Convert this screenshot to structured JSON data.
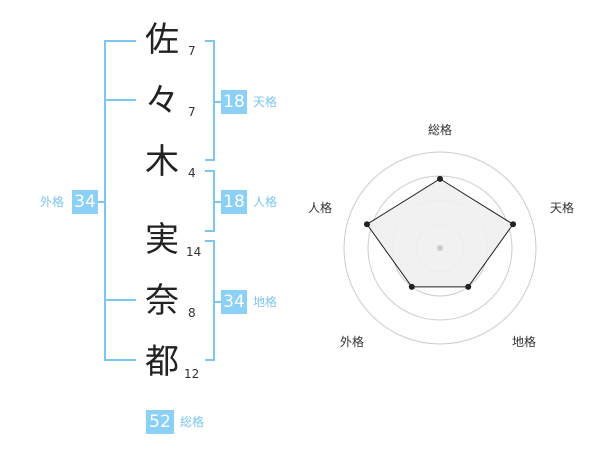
{
  "name_chars": [
    {
      "char": "佐",
      "strokes": "7"
    },
    {
      "char": "々",
      "strokes": "7"
    },
    {
      "char": "木",
      "strokes": "4"
    },
    {
      "char": "実",
      "strokes": "14"
    },
    {
      "char": "奈",
      "strokes": "8"
    },
    {
      "char": "都",
      "strokes": "12"
    }
  ],
  "fortunes": {
    "tenkaku": {
      "value": "18",
      "label": "天格"
    },
    "jinkaku": {
      "value": "18",
      "label": "人格"
    },
    "chikaku": {
      "value": "34",
      "label": "地格"
    },
    "gaikaku": {
      "value": "34",
      "label": "外格"
    },
    "soukaku": {
      "value": "52",
      "label": "総格"
    }
  },
  "radar": {
    "axes": [
      "総格",
      "天格",
      "地格",
      "外格",
      "人格"
    ],
    "levels": 4,
    "values_fraction": [
      0.72,
      0.8,
      0.5,
      0.5,
      0.8
    ],
    "colors": {
      "fill": "#efefef",
      "stroke": "#222222",
      "ring": "#cccccc",
      "center": "#cccccc"
    }
  },
  "colors": {
    "accent": "#8bd0f6",
    "bracket": "#7cc6ef"
  }
}
